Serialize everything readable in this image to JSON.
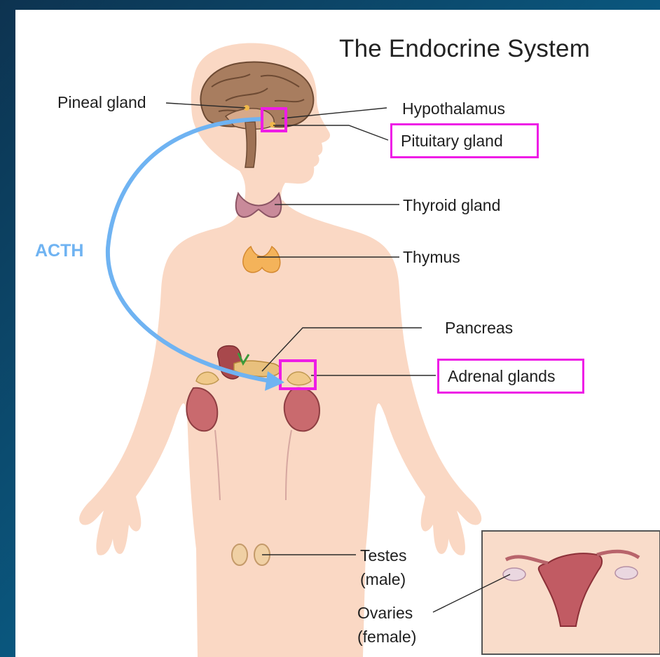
{
  "title": "The Endocrine System",
  "labels": {
    "pineal": "Pineal gland",
    "hypothalamus": "Hypothalamus",
    "pituitary": "Pituitary gland",
    "thyroid": "Thyroid gland",
    "thymus": "Thymus",
    "pancreas": "Pancreas",
    "adrenal": "Adrenal glands",
    "testes_1": "Testes",
    "testes_2": "(male)",
    "ovaries_1": "Ovaries",
    "ovaries_2": "(female)"
  },
  "arrow_label": "ACTH",
  "colors": {
    "highlight": "#ee1ce6",
    "arrow": "#6fb3f2",
    "skin": "#fad8c4",
    "background_outer": "#0a4e73"
  }
}
